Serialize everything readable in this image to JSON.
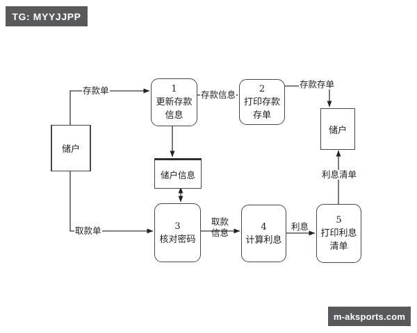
{
  "badges": {
    "telegram": "TG: MYYJJPP",
    "watermark": "m-aksports.com"
  },
  "entities": {
    "left": {
      "label": "储户"
    },
    "right": {
      "label": "储户"
    }
  },
  "processes": [
    {
      "num": "1",
      "label": [
        "更新存款",
        "信息"
      ]
    },
    {
      "num": "2",
      "label": [
        "打印存款",
        "存单"
      ]
    },
    {
      "num": "3",
      "label": [
        "核对密码"
      ]
    },
    {
      "num": "4",
      "label": [
        "计算利息"
      ]
    },
    {
      "num": "5",
      "label": [
        "打印利息",
        "清单"
      ]
    }
  ],
  "data_store": {
    "label": "储户信息"
  },
  "flows": {
    "deposit_slip": {
      "label": "存款单"
    },
    "deposit_info": {
      "label": "存款信息"
    },
    "deposit_cert": {
      "label": "存款存单"
    },
    "withdrawal_slip": {
      "label": "取款单"
    },
    "withdrawal_info": {
      "label": [
        "取款",
        "信息"
      ]
    },
    "interest": {
      "label": "利息"
    },
    "interest_list": {
      "label": "利息清单"
    }
  },
  "colors": {
    "badge_bg": "#58595b",
    "line": "#333333",
    "ink": "#1d1d1d",
    "border": "#454545",
    "paper": "#ffffff"
  }
}
